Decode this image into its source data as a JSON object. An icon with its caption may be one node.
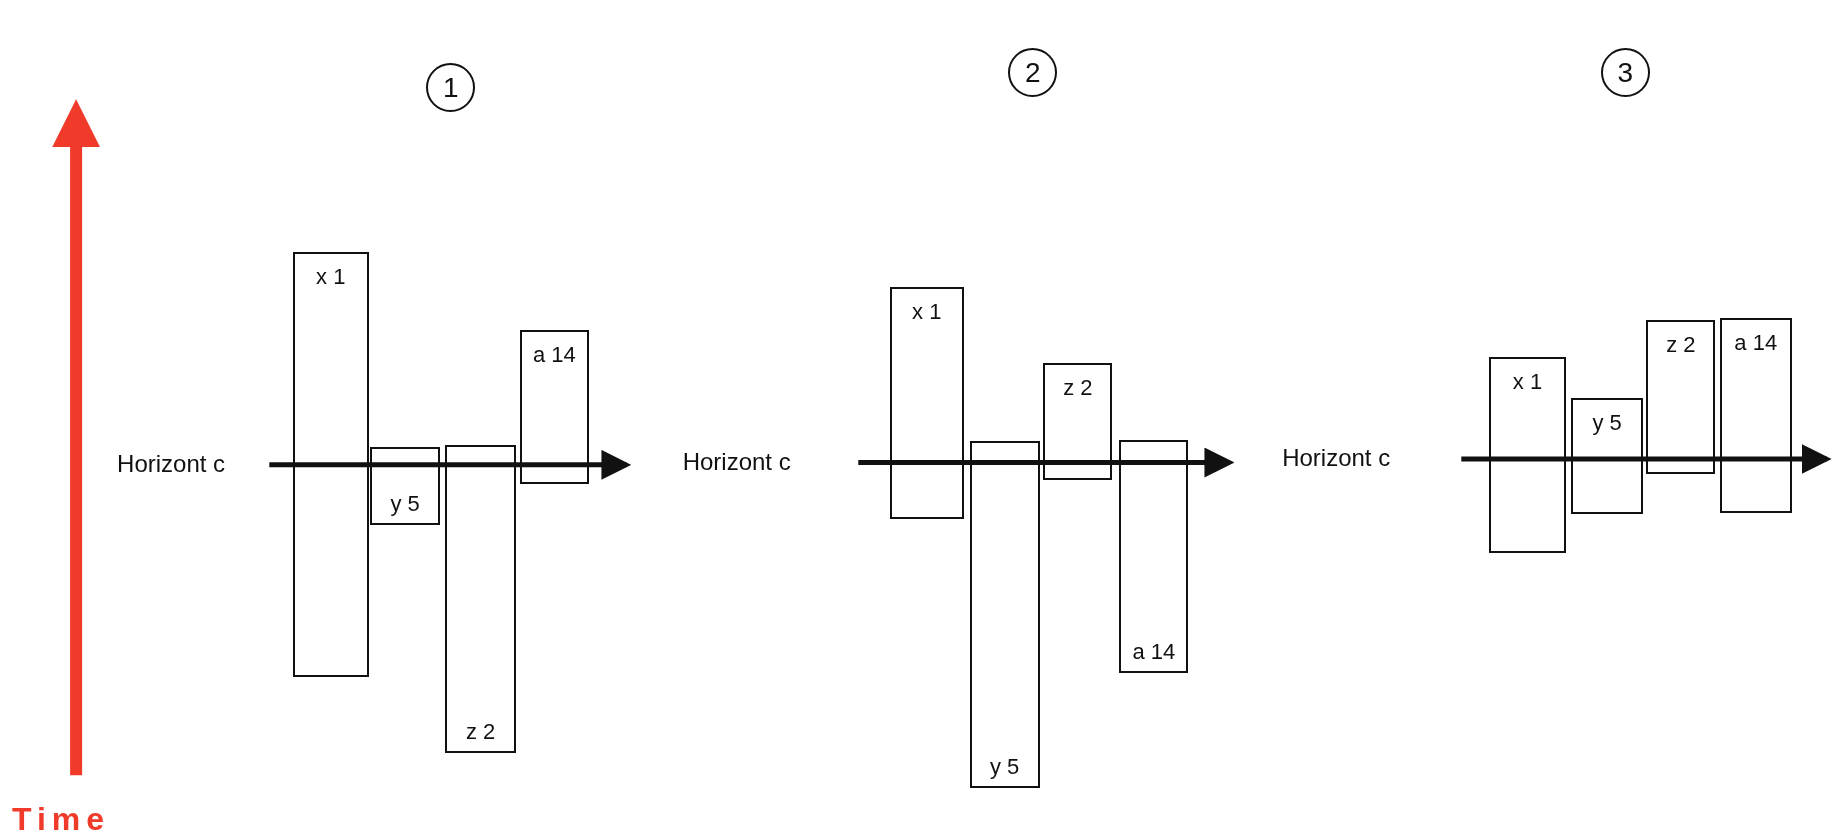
{
  "diagram": {
    "nodes": [
      {
        "text": [
          "1"
        ]
      },
      {
        "text": [
          "x 1"
        ]
      },
      {
        "text": [
          "y 5"
        ]
      },
      {
        "text": [
          "z 2"
        ]
      },
      {
        "text": [
          "a 14"
        ]
      },
      {
        "text": [
          "2"
        ]
      },
      {
        "text": [
          "x 1"
        ]
      },
      {
        "text": [
          "y 5"
        ]
      },
      {
        "text": [
          "z 2"
        ]
      },
      {
        "text": [
          "a 14"
        ]
      },
      {
        "text": [
          "3"
        ]
      },
      {
        "text": [
          "x 1"
        ]
      },
      {
        "text": [
          "y 5"
        ]
      },
      {
        "text": [
          "z 2"
        ]
      },
      {
        "text": [
          "a 14"
        ]
      }
    ],
    "edges": [],
    "labels": [
      "Horizont c",
      "Horizont c",
      "Horizont c",
      "Time"
    ]
  }
}
